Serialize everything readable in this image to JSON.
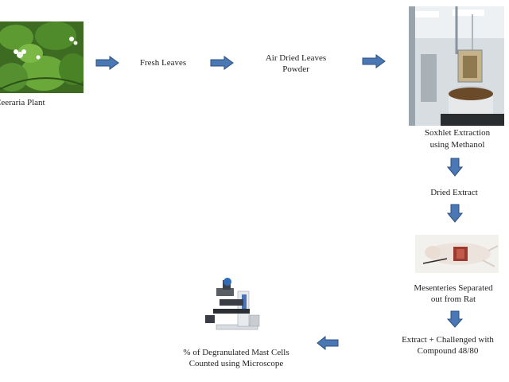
{
  "diagram": {
    "steps": {
      "plant": "Ceeraria Plant",
      "fresh": "Fresh Leaves",
      "air_dried_line1": "Air Dried Leaves",
      "air_dried_line2": "Powder",
      "soxhlet_line1": "Soxhlet Extraction",
      "soxhlet_line2": "using Methanol",
      "dried_extract": "Dried Extract",
      "mesenteries_line1": "Mesenteries Separated",
      "mesenteries_line2": "out from Rat",
      "challenge_line1": "Extract + Challenged with",
      "challenge_line2": "Compound 48/80",
      "count_line1": "% of Degranulated Mast Cells",
      "count_line2": "Counted using Microscope"
    },
    "images": {
      "plant": "plant-leaves-photo",
      "soxhlet": "soxhlet-apparatus-photo",
      "rat": "rat-dissection-photo",
      "microscope": "microscope-photo"
    },
    "colors": {
      "arrow_fill": "#4a78b5",
      "arrow_stroke": "#2c4f80"
    }
  }
}
